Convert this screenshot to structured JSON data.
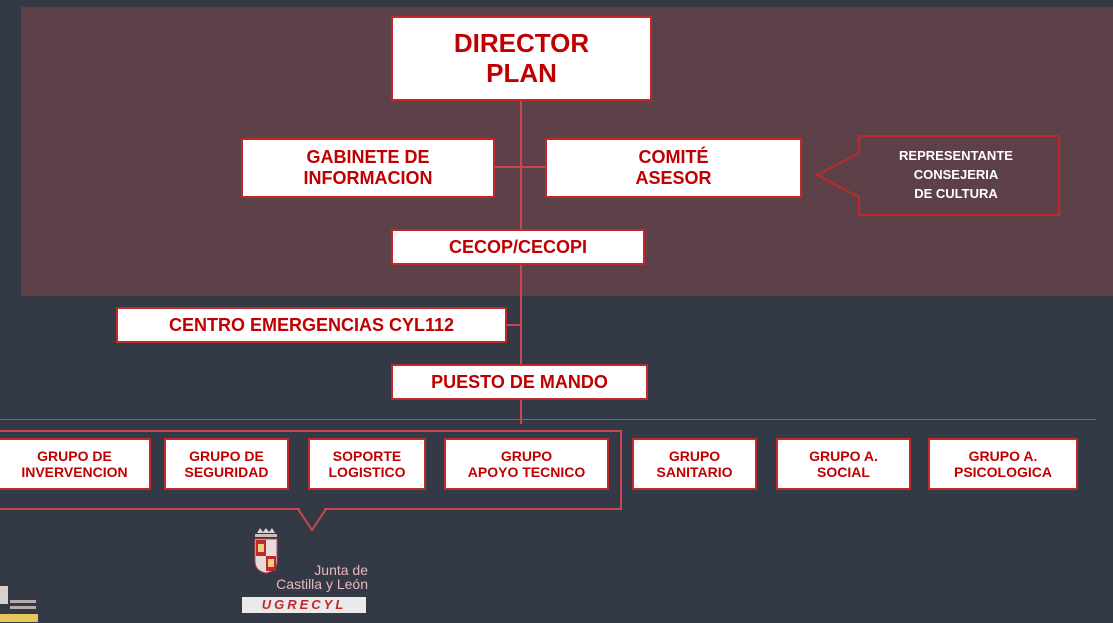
{
  "org_chart": {
    "director": "DIRECTOR\nPLAN",
    "gabinete": "GABINETE DE\nINFORMACION",
    "comite": "COMITÉ\nASESOR",
    "representante": "REPRESENTANTE\nCONSEJERIA\nDE CULTURA",
    "cecop": "CECOP/CECOPI",
    "centro": "CENTRO EMERGENCIAS CYL112",
    "puesto": "PUESTO DE MANDO",
    "groups": [
      "GRUPO DE\nINVERVENCION",
      "GRUPO DE\nSEGURIDAD",
      "SOPORTE\nLOGISTICO",
      "GRUPO\nAPOYO TECNICO",
      "GRUPO\nSANITARIO",
      "GRUPO A.\nSOCIAL",
      "GRUPO A.\nPSICOLOGICA"
    ]
  },
  "logo": {
    "name": "Junta de\nCastilla y León",
    "badge": "UGRECYL"
  },
  "colors": {
    "background": "#333a46",
    "panel": "#5e4048",
    "box_border": "#c0282c",
    "box_text": "#c00000",
    "connector": "#c8484c"
  }
}
